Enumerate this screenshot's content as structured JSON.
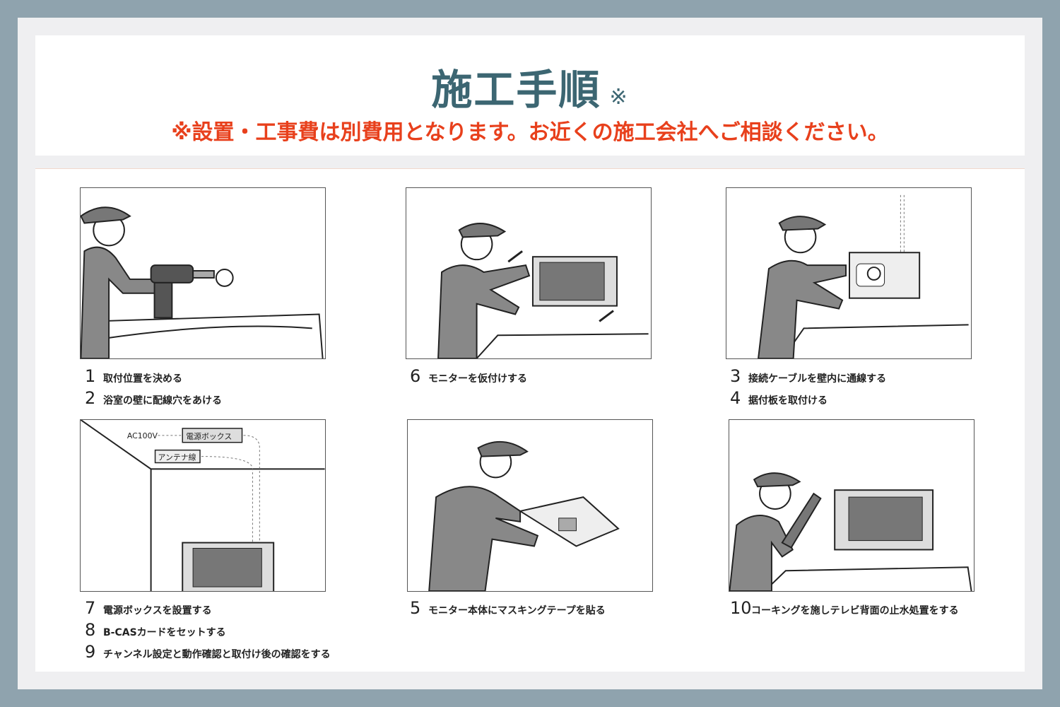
{
  "header": {
    "title": "施工手順",
    "title_mark": "※",
    "subtitle": "※設置・工事費は別費用となります。お近くの施工会社へご相談ください。"
  },
  "steps": [
    {
      "num": "1",
      "text": "取付位置を決める"
    },
    {
      "num": "2",
      "text": "浴室の壁に配線穴をあける"
    },
    {
      "num": "6",
      "text": "モニターを仮付けする"
    },
    {
      "num": "3",
      "text": "接続ケーブルを壁内に通線する"
    },
    {
      "num": "4",
      "text": "据付板を取付ける"
    },
    {
      "num": "7",
      "text": "電源ボックスを設置する"
    },
    {
      "num": "8",
      "text": "B-CASカードをセットする"
    },
    {
      "num": "9",
      "text": "チャンネル設定と動作確認と取付け後の確認をする"
    },
    {
      "num": "5",
      "text": "モニター本体にマスキングテープを貼る"
    },
    {
      "num": "10",
      "text": "コーキングを施しテレビ背面の止水処置をする"
    }
  ],
  "diagram_labels": {
    "ac": "AC100V",
    "power_box": "電源ボックス",
    "antenna": "アンテナ線"
  }
}
